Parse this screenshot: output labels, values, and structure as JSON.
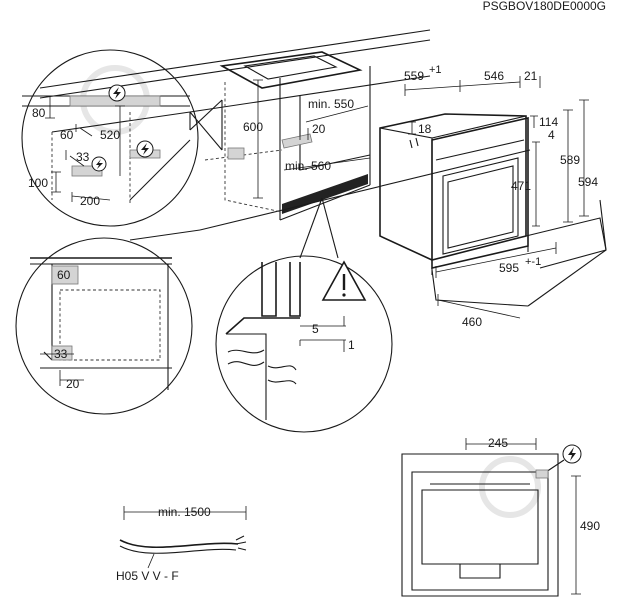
{
  "model_code": "PSGBOV180DE0000G",
  "dimensions": {
    "cab_80": "80",
    "cab_60": "60",
    "cab_520": "520",
    "cab_33": "33",
    "cab_100": "100",
    "cab_200": "200",
    "niche_600": "600",
    "niche_min550": "min. 550",
    "niche_20": "20",
    "niche_min560": "min. 560",
    "oven_559": "559",
    "oven_559_tol": "+1",
    "oven_546": "546",
    "oven_21": "21",
    "oven_18": "18",
    "oven_114": "114",
    "oven_4": "4",
    "oven_589": "589",
    "oven_594": "594",
    "oven_471": "471",
    "oven_595": "595",
    "oven_595_tol": "+-1",
    "oven_460": "460",
    "detail_60": "60",
    "detail_33": "33",
    "detail_20": "20",
    "gap_5": "5",
    "gap_1": "1",
    "cable_min1500": "min. 1500",
    "cable_type": "H05 V V - F",
    "back_245": "245",
    "back_490": "490"
  },
  "icons": {
    "electric": "lightning-bolt-icon",
    "warning": "warning-triangle-icon"
  }
}
